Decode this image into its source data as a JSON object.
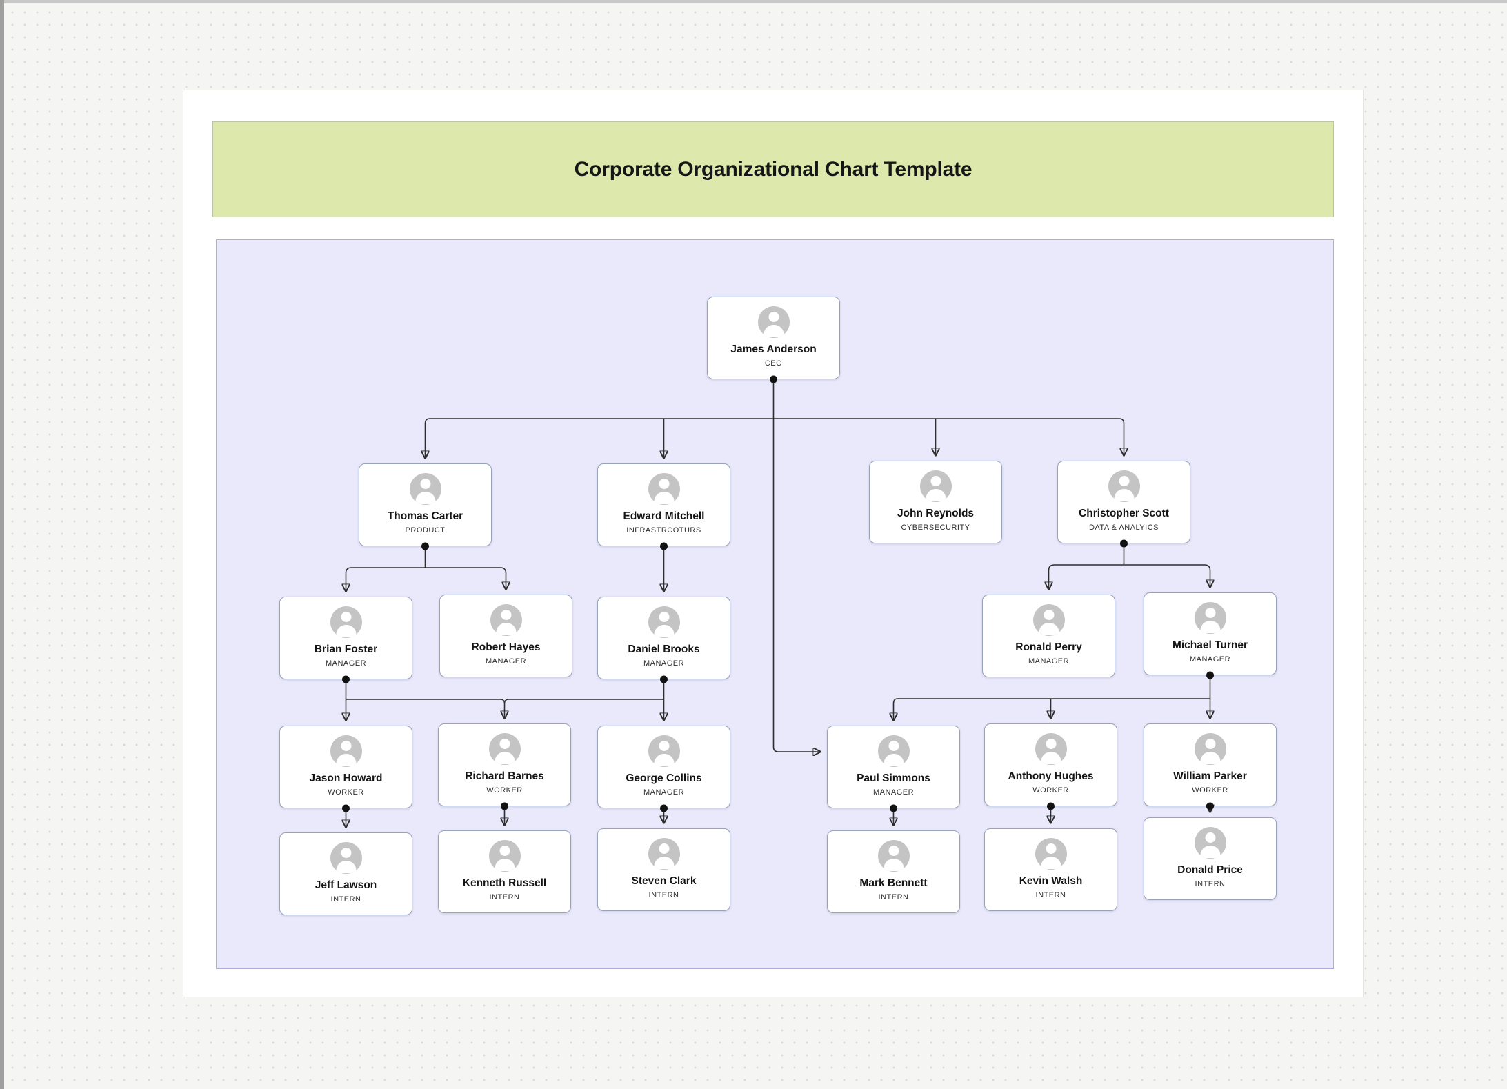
{
  "header": {
    "title": "Corporate Organizational Chart Template"
  },
  "colors": {
    "banner_background": "#dde8ac",
    "canvas_background": "#e9e9fb",
    "card_border": "#98a2b9",
    "avatar_gray": "#c4c4c4",
    "connector": "#2d2d2d",
    "page_background": "#ffffff",
    "desktop_background": "#f5f5f3"
  },
  "org": {
    "nodes": [
      {
        "id": "james-anderson",
        "name": "James Anderson",
        "title": "CEO"
      },
      {
        "id": "thomas-carter",
        "name": "Thomas Carter",
        "title": "PRODUCT"
      },
      {
        "id": "edward-mitchell",
        "name": "Edward Mitchell",
        "title": "INFRASTRCOTURS"
      },
      {
        "id": "john-reynolds",
        "name": "John Reynolds",
        "title": "CYBERSECURITY"
      },
      {
        "id": "christopher-scott",
        "name": "Christopher Scott",
        "title": "DATA & ANALYICS"
      },
      {
        "id": "brian-foster",
        "name": "Brian Foster",
        "title": "MANAGER"
      },
      {
        "id": "robert-hayes",
        "name": "Robert Hayes",
        "title": "MANAGER"
      },
      {
        "id": "daniel-brooks",
        "name": "Daniel Brooks",
        "title": "MANAGER"
      },
      {
        "id": "ronald-perry",
        "name": "Ronald Perry",
        "title": "MANAGER"
      },
      {
        "id": "michael-turner",
        "name": "Michael Turner",
        "title": "MANAGER"
      },
      {
        "id": "jason-howard",
        "name": "Jason Howard",
        "title": "WORKER"
      },
      {
        "id": "richard-barnes",
        "name": "Richard Barnes",
        "title": "WORKER"
      },
      {
        "id": "george-collins",
        "name": "George Collins",
        "title": "MANAGER"
      },
      {
        "id": "paul-simmons",
        "name": "Paul Simmons",
        "title": "MANAGER"
      },
      {
        "id": "anthony-hughes",
        "name": "Anthony Hughes",
        "title": "WORKER"
      },
      {
        "id": "william-parker",
        "name": "William Parker",
        "title": "WORKER"
      },
      {
        "id": "jeff-lawson",
        "name": "Jeff Lawson",
        "title": "INTERN"
      },
      {
        "id": "kenneth-russell",
        "name": "Kenneth Russell",
        "title": "INTERN"
      },
      {
        "id": "steven-clark",
        "name": "Steven Clark",
        "title": "INTERN"
      },
      {
        "id": "mark-bennett",
        "name": "Mark Bennett",
        "title": "INTERN"
      },
      {
        "id": "kevin-walsh",
        "name": "Kevin Walsh",
        "title": "INTERN"
      },
      {
        "id": "donald-price",
        "name": "Donald Price",
        "title": "INTERN"
      }
    ],
    "edges": [
      {
        "from": [
          "james-anderson"
        ],
        "to": [
          "thomas-carter",
          "edward-mitchell",
          "john-reynolds",
          "christopher-scott",
          "paul-simmons"
        ]
      },
      {
        "from": [
          "thomas-carter"
        ],
        "to": [
          "brian-foster",
          "robert-hayes"
        ]
      },
      {
        "from": [
          "edward-mitchell"
        ],
        "to": [
          "daniel-brooks"
        ]
      },
      {
        "from": [
          "christopher-scott"
        ],
        "to": [
          "ronald-perry",
          "michael-turner"
        ]
      },
      {
        "from": [
          "brian-foster",
          "daniel-brooks"
        ],
        "to": [
          "jason-howard",
          "richard-barnes",
          "george-collins"
        ]
      },
      {
        "from": [
          "michael-turner"
        ],
        "to": [
          "paul-simmons",
          "anthony-hughes",
          "william-parker"
        ]
      },
      {
        "from": [
          "jason-howard"
        ],
        "to": [
          "jeff-lawson"
        ]
      },
      {
        "from": [
          "richard-barnes"
        ],
        "to": [
          "kenneth-russell"
        ]
      },
      {
        "from": [
          "george-collins"
        ],
        "to": [
          "steven-clark"
        ]
      },
      {
        "from": [
          "paul-simmons"
        ],
        "to": [
          "mark-bennett"
        ]
      },
      {
        "from": [
          "anthony-hughes"
        ],
        "to": [
          "kevin-walsh"
        ]
      },
      {
        "from": [
          "william-parker"
        ],
        "to": [
          "donald-price"
        ]
      }
    ]
  }
}
